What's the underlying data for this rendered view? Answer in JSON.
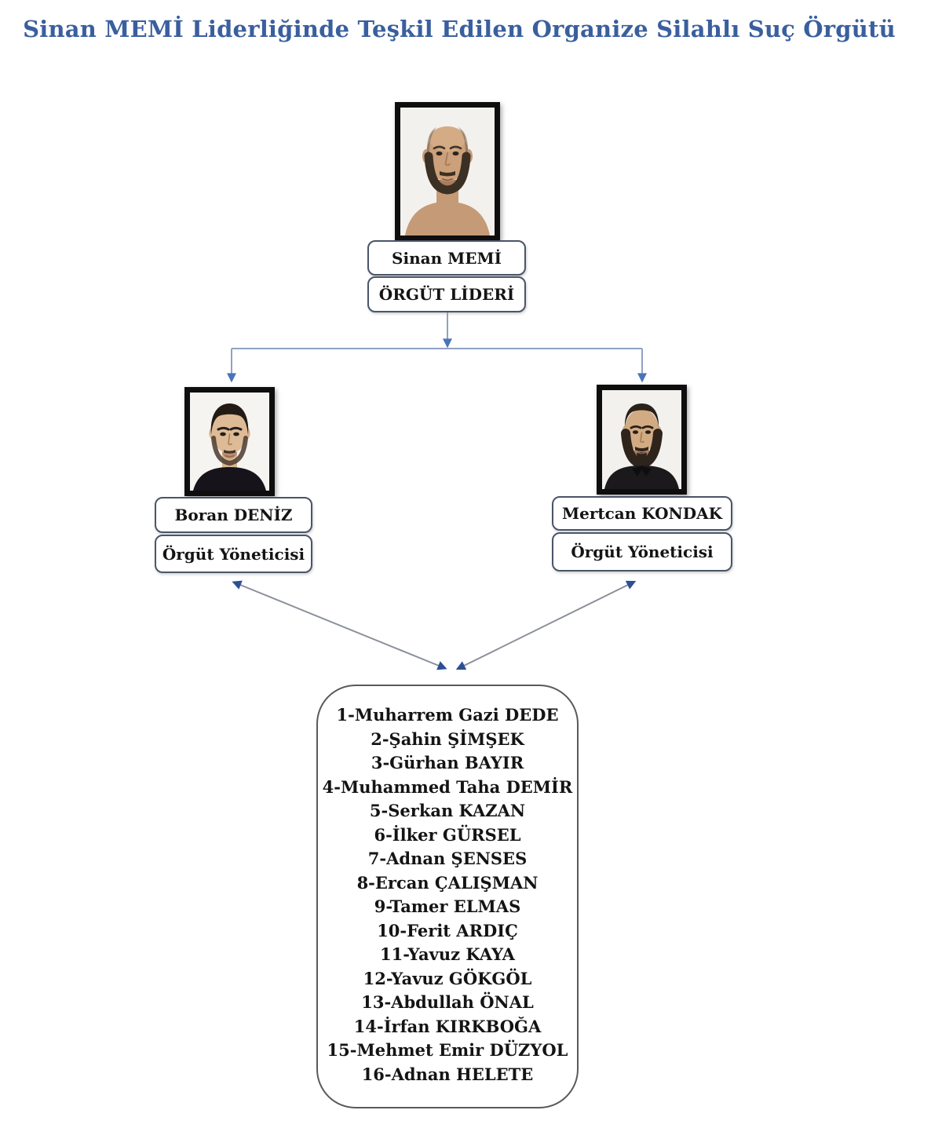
{
  "title": "Sinan MEMİ Liderliğinde Teşkil Edilen Organize Silahlı Suç Örgütü",
  "leader": {
    "name": "Sinan MEMİ",
    "role": "ÖRGÜT LİDERİ"
  },
  "managers": [
    {
      "name": "Boran DENİZ",
      "role": "Örgüt Yöneticisi"
    },
    {
      "name": "Mertcan KONDAK",
      "role": "Örgüt Yöneticisi"
    }
  ],
  "members": [
    "1-Muharrem Gazi DEDE",
    "2-Şahin ŞİMŞEK",
    "3-Gürhan BAYIR",
    "4-Muhammed Taha DEMİR",
    "5-Serkan KAZAN",
    "6-İlker GÜRSEL",
    "7-Adnan ŞENSES",
    "8-Ercan ÇALIŞMAN",
    "9-Tamer ELMAS",
    "10-Ferit ARDIÇ",
    "11-Yavuz KAYA",
    "12-Yavuz GÖKGÖL",
    "13-Abdullah ÖNAL",
    "14-İrfan KIRKBOĞA",
    "15-Mehmet Emir DÜZYOL",
    "16-Adnan HELETE"
  ],
  "colors": {
    "title_blue": "#3a5f9e",
    "arrow_blue": "#4a74b8",
    "arrow_navy": "#2d4f94",
    "line_blue": "#8fa3c2",
    "line_gray": "#8b909a",
    "box_border": "#4a5568",
    "list_border": "#5a5a5a",
    "frame_black": "#0e0e0e"
  }
}
